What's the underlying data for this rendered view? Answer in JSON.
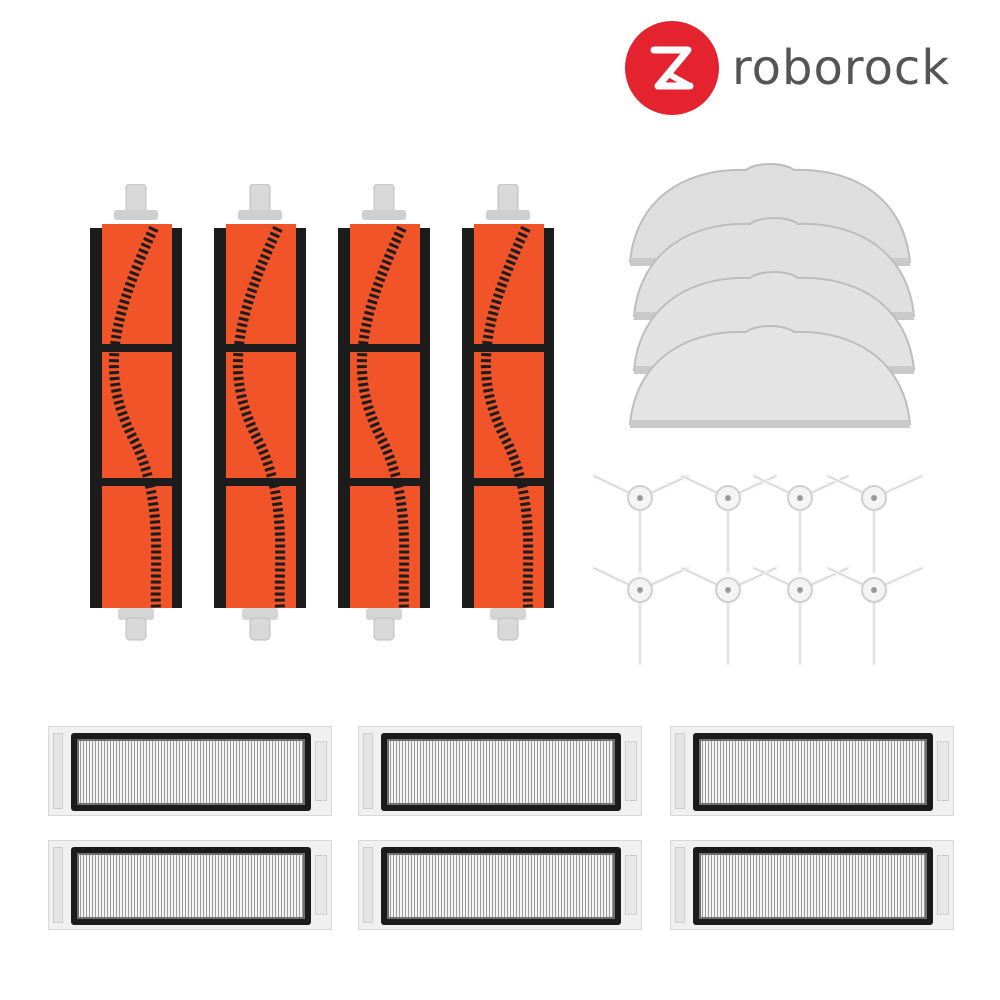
{
  "brand": {
    "name": "roborock",
    "accent_color": "#e5232f",
    "text_color": "#555555",
    "logo_icon": "roborock-logo-icon"
  },
  "products": {
    "main_brushes": {
      "count": 4,
      "colors": {
        "blade": "#f2542a",
        "bristle": "#1c1c1c",
        "end_cap": "#d6d6d6"
      }
    },
    "mop_pads": {
      "count": 4,
      "color": "#dedede"
    },
    "side_brushes": {
      "count": 8,
      "color": "#f4f4f4"
    },
    "filters": {
      "count": 6,
      "frame_color": "#1b1b1b"
    }
  }
}
